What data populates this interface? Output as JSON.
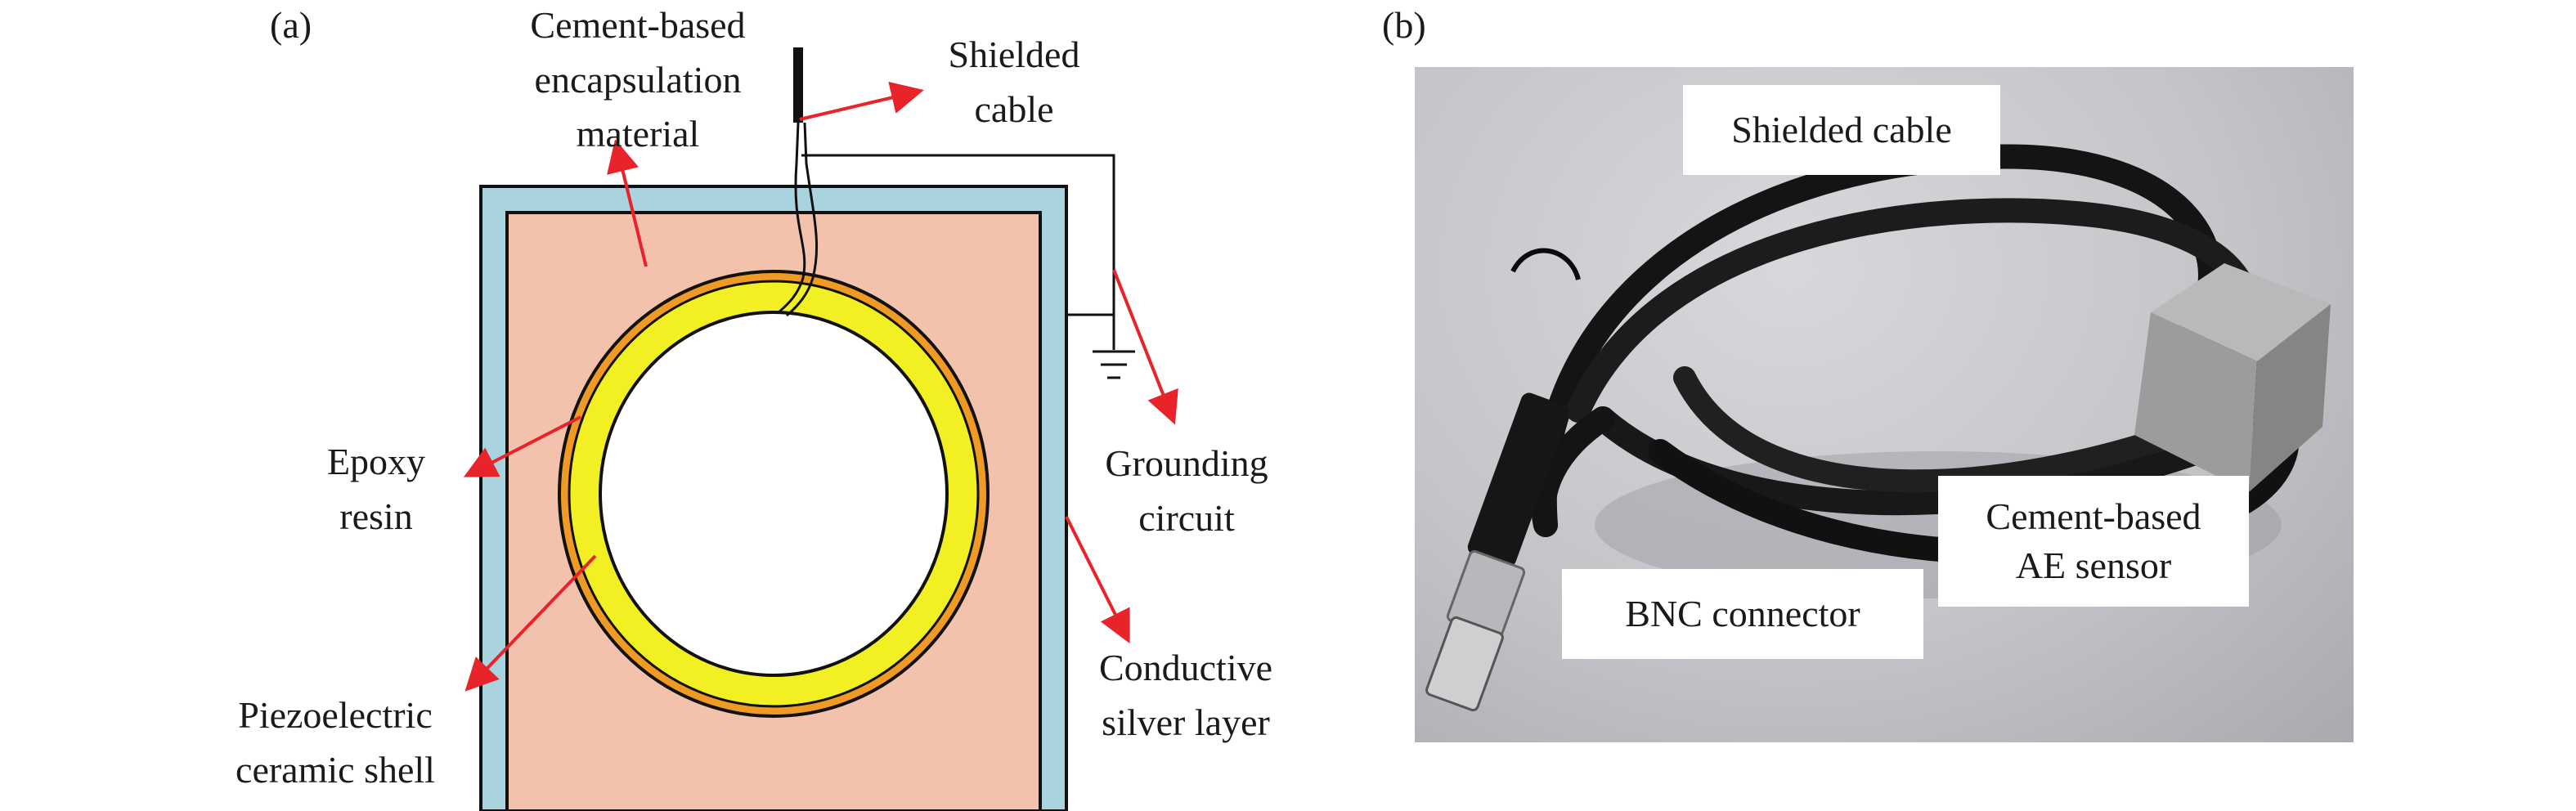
{
  "panel_a": {
    "tag": "(a)",
    "labels": {
      "encapsulation": [
        "Cement-based",
        "encapsulation",
        "material"
      ],
      "shielded_cable": [
        "Shielded",
        "cable"
      ],
      "epoxy": [
        "Epoxy",
        "resin"
      ],
      "grounding": [
        "Grounding",
        "circuit"
      ],
      "piezo": [
        "Piezoelectric",
        "ceramic shell"
      ],
      "silver": [
        "Conductive",
        "silver layer"
      ]
    },
    "colors": {
      "silver_layer": "#a8d3df",
      "cement": "#f3c2ad",
      "epoxy": "#ef9a25",
      "piezo": "#f2ef23",
      "arrow": "#e8232a"
    }
  },
  "panel_b": {
    "tag": "(b)",
    "labels": {
      "shielded_cable": "Shielded cable",
      "sensor": [
        "Cement-based",
        "AE sensor"
      ],
      "bnc": "BNC connector"
    }
  }
}
